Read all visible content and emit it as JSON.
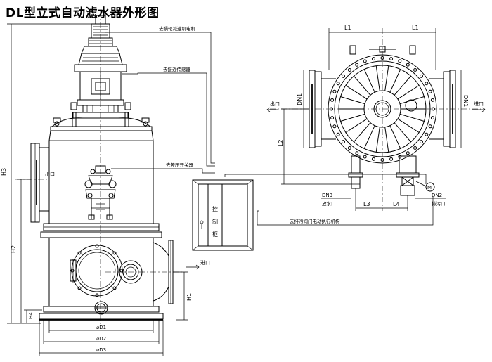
{
  "title": "DL型立式自动滤水器外形图",
  "callouts": {
    "motor": "去蜗轮减速机电机",
    "sensor": "去接近传感器",
    "dp_switch": "去差压开关器",
    "valve_actuator": "去排污阀门电动执行机构"
  },
  "ports": {
    "outlet": "出口",
    "inlet": "进口",
    "vent": "放水口",
    "drain": "排污口"
  },
  "control_cabinet": [
    "控",
    "制",
    "柜"
  ],
  "motor_symbol": "M",
  "dimensions": {
    "H1": "H1",
    "H2": "H2",
    "H3": "H3",
    "H4": "H4",
    "D1": "⌀D1",
    "D2": "⌀D2",
    "D3": "⌀D3",
    "L1": "L1",
    "L2": "L2",
    "L3": "L3",
    "L4": "L4",
    "DN1": "DN1",
    "DN2": "DN2",
    "DN3": "DN3"
  }
}
